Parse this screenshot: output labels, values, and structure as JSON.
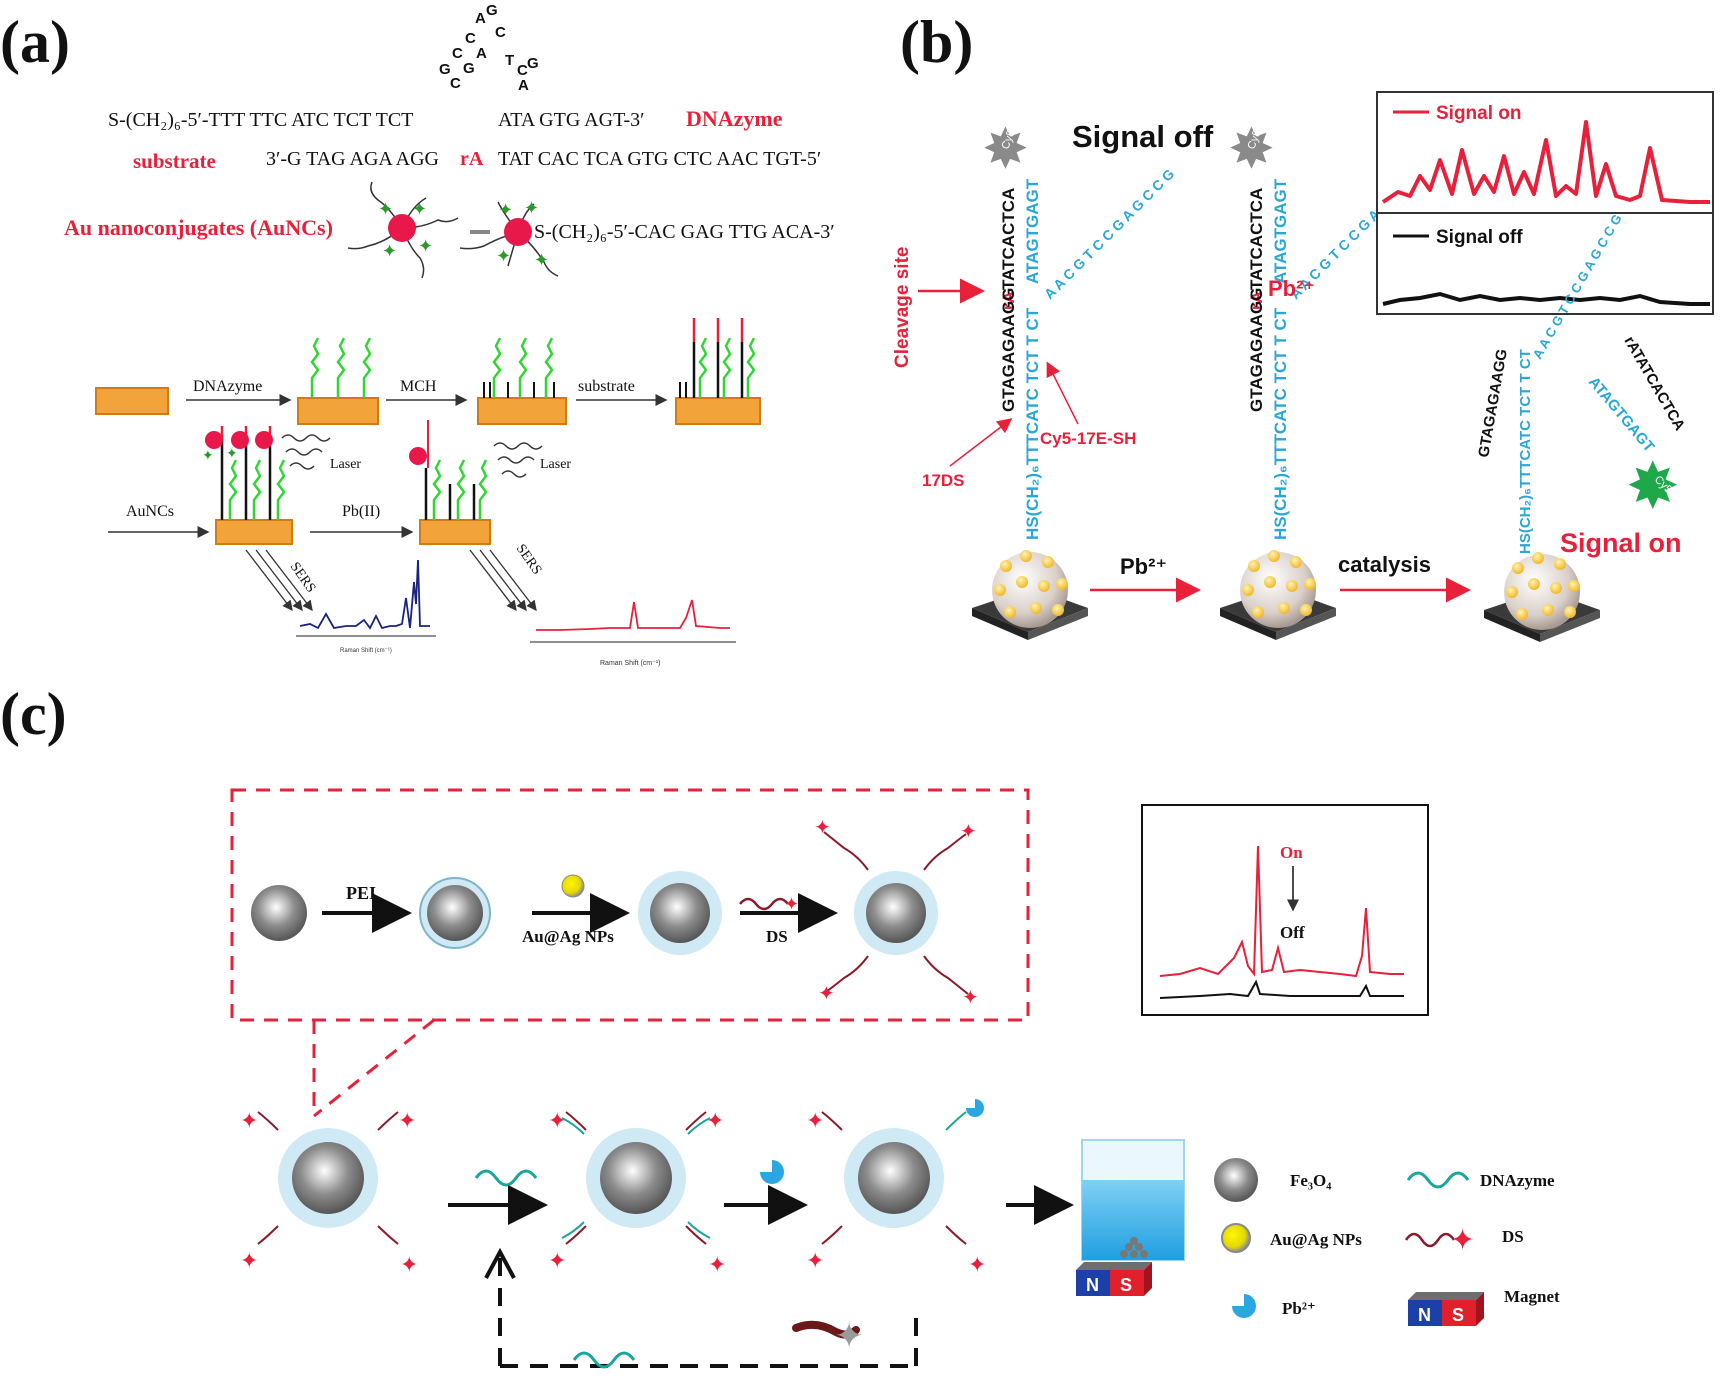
{
  "colors": {
    "red": "#e8203a",
    "cyan": "#2aa7d6",
    "black": "#111111",
    "orange": "#f2a33a",
    "green": "#3bd43a",
    "magnet_blue": "#1c3fa8",
    "magnet_red": "#e0202a",
    "water": "#3fb4ea",
    "gold": "#f5c542"
  },
  "panel_a": {
    "label": "(a)",
    "loop_letters": [
      "A",
      "G",
      "C",
      "C",
      "C",
      "G",
      "A",
      "G",
      "C",
      "T",
      "C",
      "G",
      "A"
    ],
    "dnazyme_seq_left": "S-(CH₂)₆-5′-TTT TTC ATC TCT TCT",
    "dnazyme_seq_right": "ATA GTG AGT-3′",
    "dnazyme_label": "DNAzyme",
    "substrate_label": "substrate",
    "substrate_seq_left": "3′-G TAG AGA AGG",
    "substrate_rA": "rA",
    "substrate_seq_right": "TAT CAC TCA GTG CTC AAC TGT-5′",
    "aunc_label": "Au nanoconjugates (AuNCs)",
    "aunc_seq": "S-(CH₂)₆-5′-CAC GAG TTG ACA-3′",
    "step_dnazyme": "DNAzyme",
    "step_mch": "MCH",
    "step_substrate": "substrate",
    "step_auncs": "AuNCs",
    "step_pb": "Pb(II)",
    "laser_1": "Laser",
    "laser_2": "Laser",
    "sers_1": "SERS",
    "sers_2": "SERS",
    "xaxis_1": "Raman Shift (cm⁻¹)",
    "xaxis_2": "Raman Shift (cm⁻¹)"
  },
  "panel_b": {
    "label": "(b)",
    "signal_off_title": "Signal off",
    "cleavage_site": "Cleavage site",
    "strand_black": "GTAGAGAAGG",
    "strand_rA": "rA",
    "strand_top": "TATCACTCA",
    "strand_cyan": "HS(CH₂)₆TTTCATC TCT T CT",
    "strand_cyan_top": "ATAGTGAGT",
    "loop_cyan": "A A C G T C C G A G C C G",
    "label_17ds": "17DS",
    "label_cy5": "Cy5-17E-SH",
    "pb2_label": "Pb²⁺",
    "arrow_pb": "Pb²⁺",
    "arrow_catalysis": "catalysis",
    "dye_label": "Cy5",
    "legend_on": "Signal on",
    "legend_off": "Signal off",
    "signal_on_big": "Signal on",
    "frag_black": "GTAGAGAAGG",
    "frag_right": "rATATCACTCA"
  },
  "panel_c": {
    "label": "(c)",
    "pei": "PEI",
    "auag": "Au@Ag NPs",
    "ds": "DS",
    "inset_on": "On",
    "inset_off": "Off",
    "legend": {
      "fe3o4": "Fe₃O₄",
      "auag": "Au@Ag NPs",
      "pb": "Pb²⁺",
      "dnazyme": "DNAzyme",
      "ds": "DS",
      "magnet": "Magnet",
      "n": "N",
      "s": "S"
    }
  }
}
